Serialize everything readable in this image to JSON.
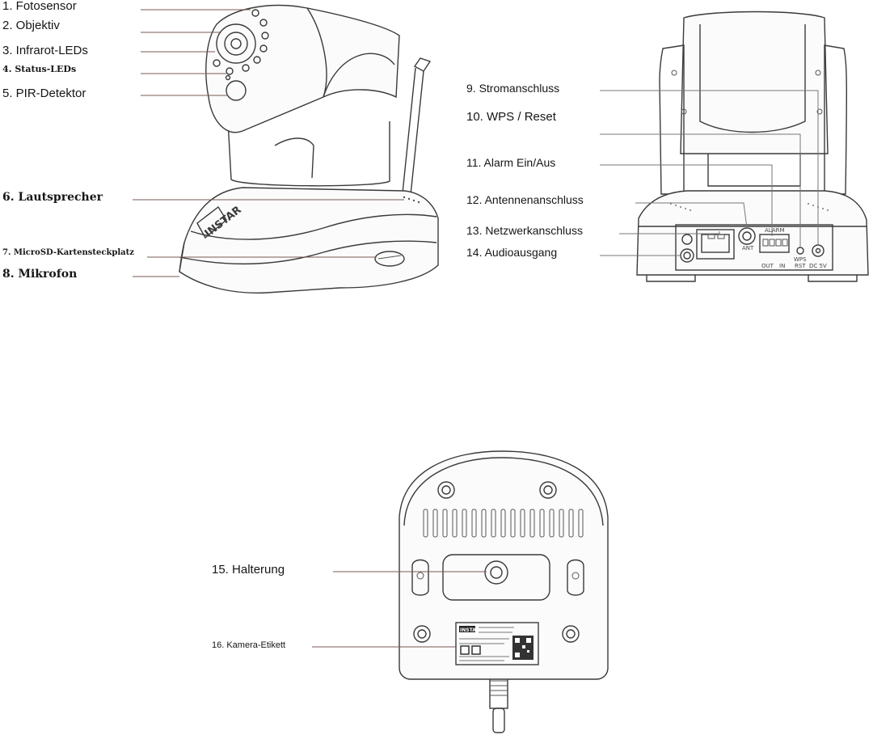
{
  "labels": {
    "l1": "1. Fotosensor",
    "l2": "2. Objektiv",
    "l3": "3. Infrarot-LEDs",
    "l4": "4. Status-LEDs",
    "l5": "5. PIR-Detektor",
    "l6": "6. Lautsprecher",
    "l7": "7. MicroSD-Kartensteckplatz",
    "l8": "8. Mikrofon",
    "l9": "9. Stromanschluss",
    "l10": "10. WPS / Reset",
    "l11": "11. Alarm Ein/Aus",
    "l12": "12. Antennenanschluss",
    "l13": "13. Netzwerkanschluss",
    "l14": "14. Audioausgang",
    "l15": "15. Halterung",
    "l16": "16. Kamera-Etikett"
  },
  "device_text": {
    "brand": "INSTAR",
    "alarm": "ALARM",
    "ant": "ANT",
    "out": "OUT",
    "in": "IN",
    "wps": "WPS",
    "rst": "RST",
    "dc": "DC 5V",
    "label_brand": "INSTAR"
  }
}
